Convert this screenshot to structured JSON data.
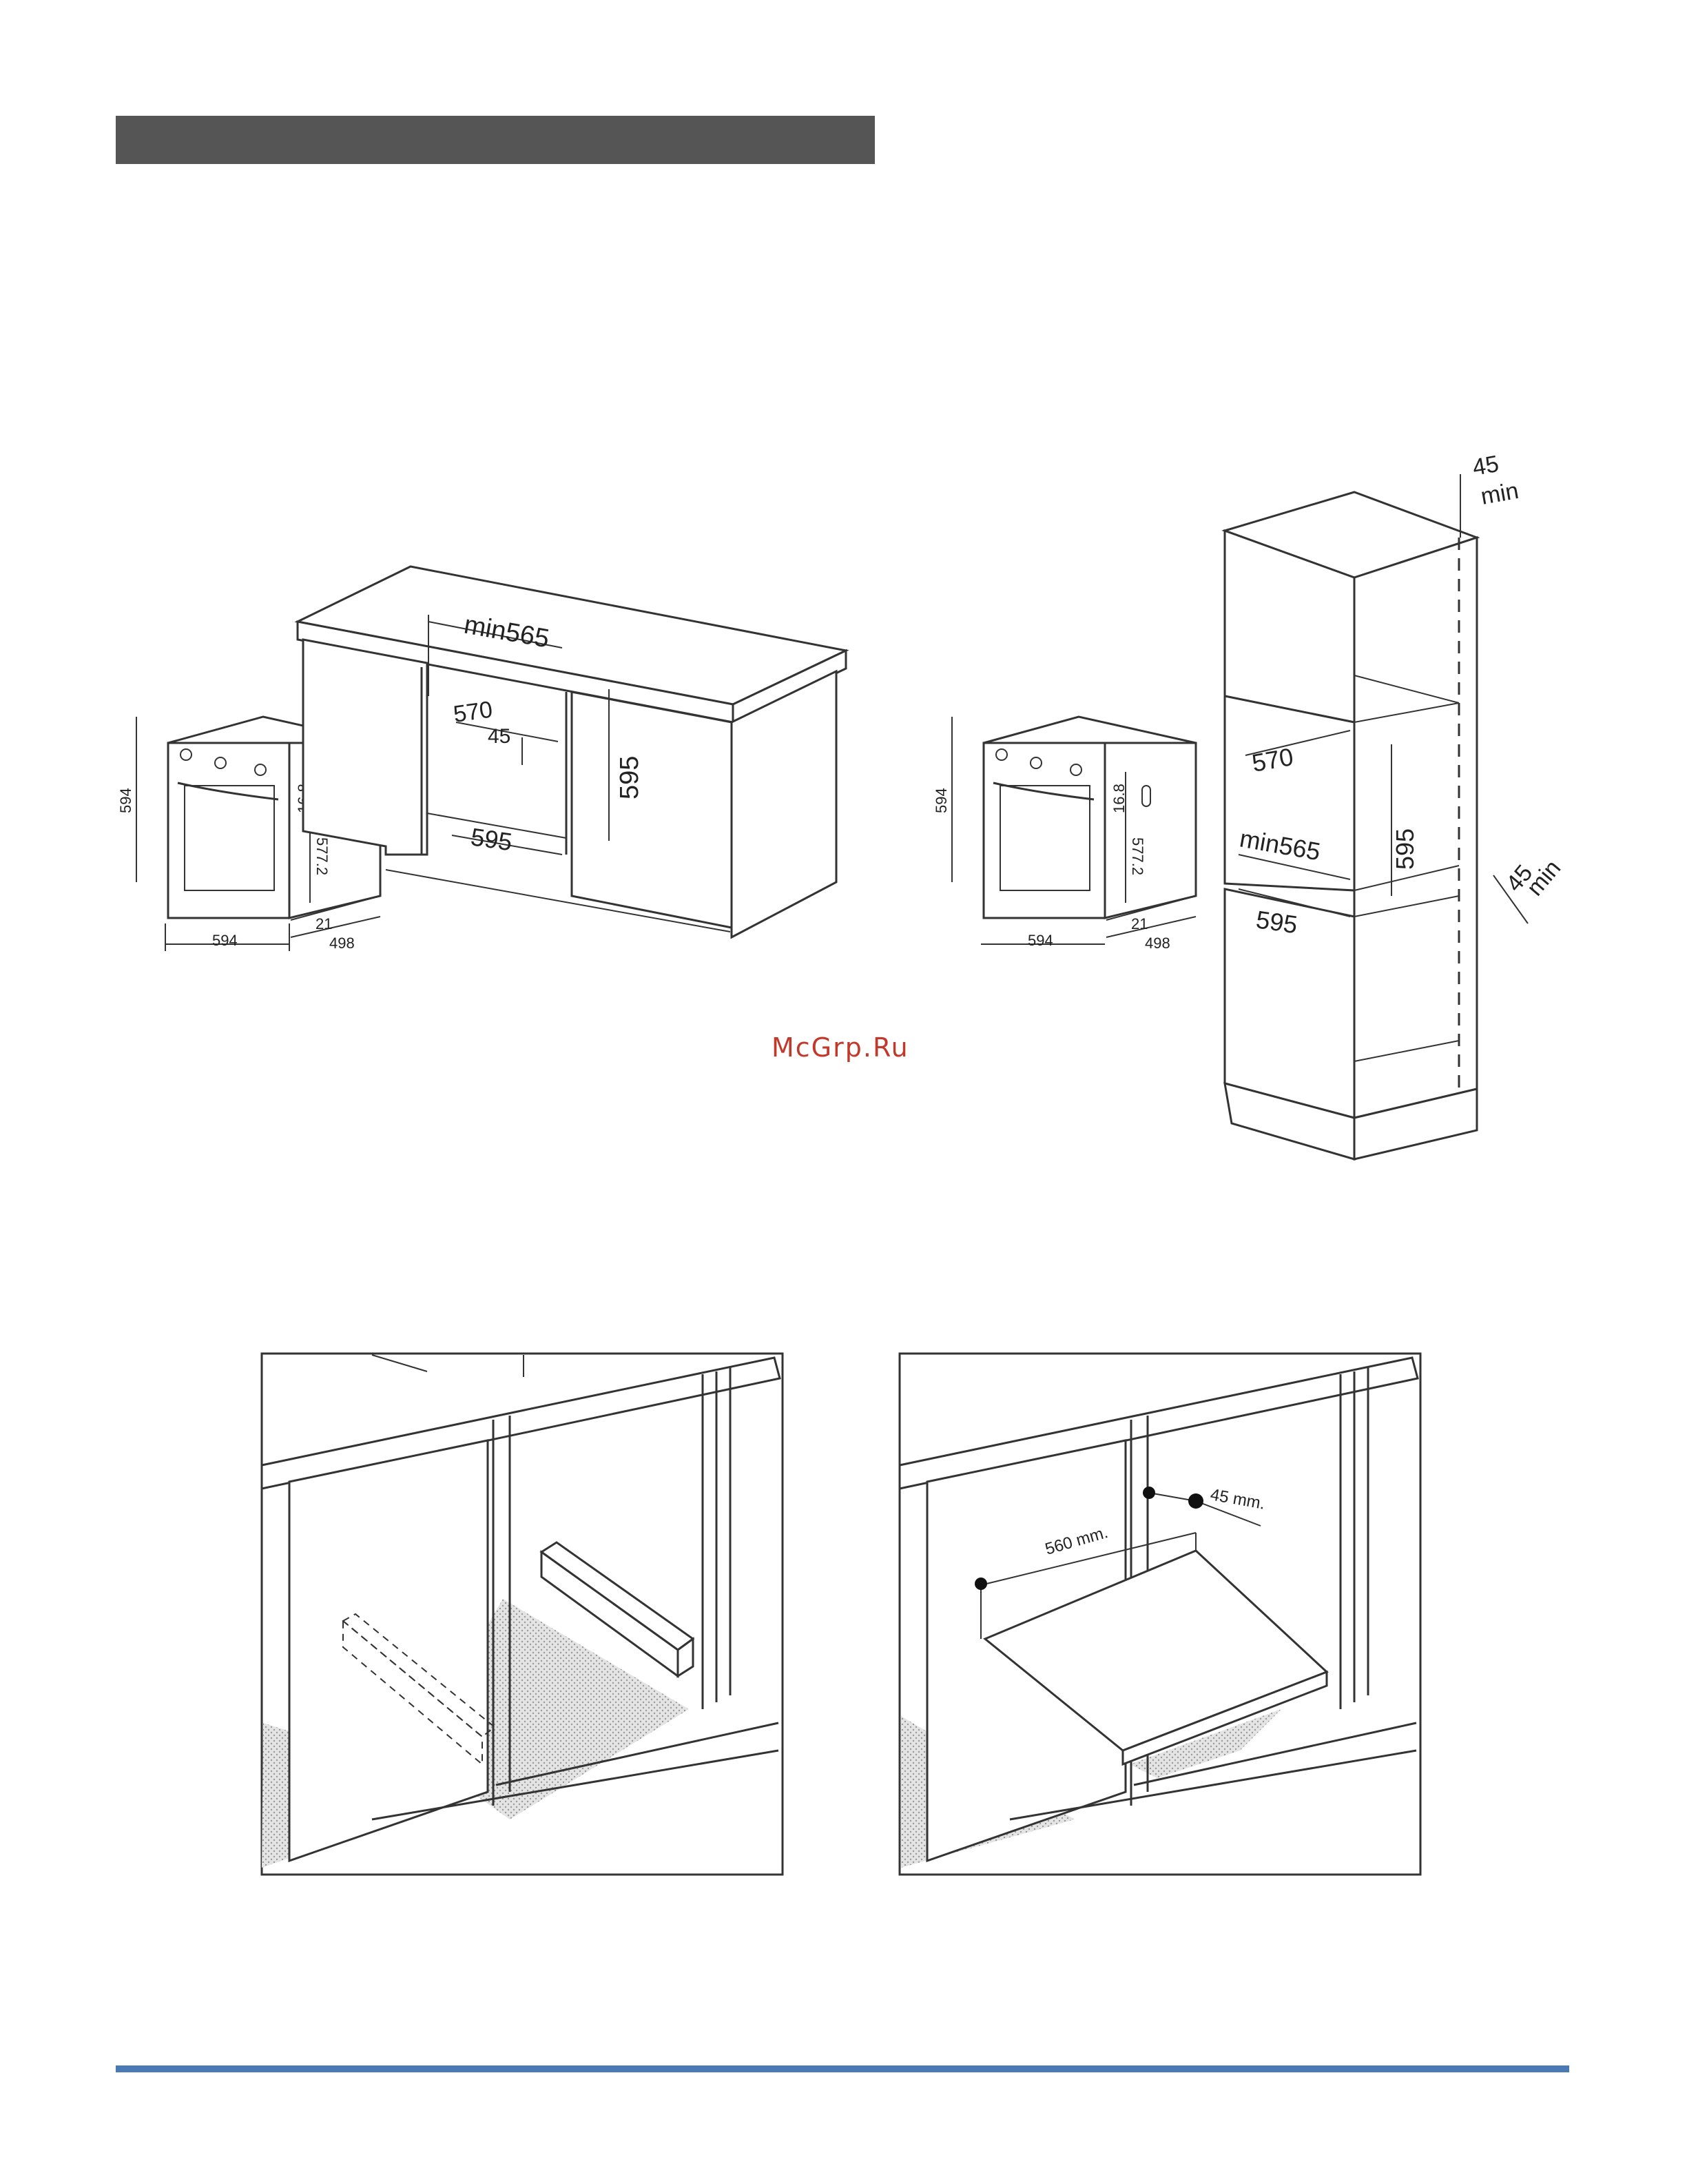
{
  "watermark": "McGrp.Ru",
  "undercounter": {
    "oven_height": "594",
    "oven_width": "594",
    "oven_depth": "498",
    "door_depth": "21",
    "top_offset": "16.8",
    "body_height": "577.2",
    "niche_width_min": "min565",
    "niche_inner_width": "570",
    "niche_gap": "45",
    "niche_height": "595",
    "niche_depth": "595"
  },
  "tall_cabinet": {
    "oven_height": "594",
    "oven_width": "594",
    "oven_depth": "498",
    "door_depth": "21",
    "top_offset": "16.8",
    "body_height": "577.2",
    "top_gap_value": "45",
    "top_gap_unit": "min",
    "niche_inner_width": "570",
    "niche_height": "595",
    "niche_width_min": "min565",
    "bottom_gap_value": "45",
    "bottom_gap_unit": "min",
    "niche_depth": "595"
  },
  "shelf_install": {
    "depth_label": "560 mm.",
    "gap_label": "45 mm."
  },
  "colors": {
    "header_bar": "#555555",
    "footer_rule": "#4a7ab5",
    "watermark": "#c0392b"
  }
}
